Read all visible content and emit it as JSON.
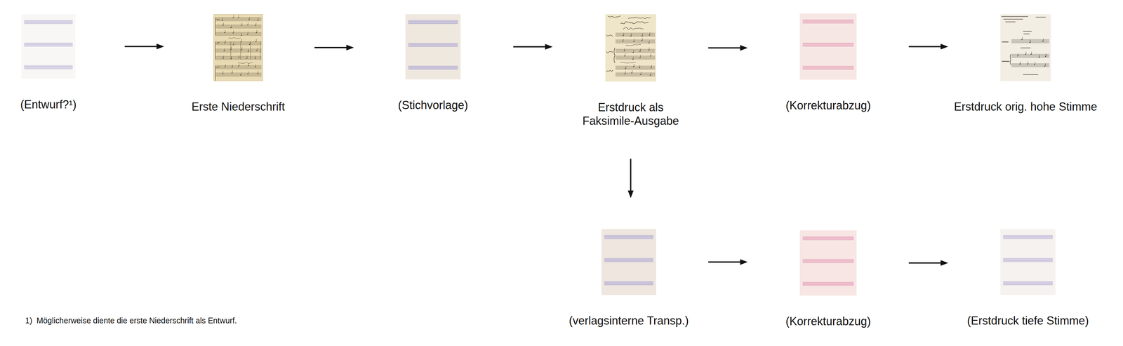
{
  "diagram": {
    "nodes": [
      {
        "text": [
          "(Entwurf?¹)"
        ]
      },
      {
        "text": [
          "Erste Niederschrift"
        ]
      },
      {
        "text": [
          "(Stichvorlage)"
        ]
      },
      {
        "text": [
          "Erstdruck als Faksimile-Ausgabe"
        ]
      },
      {
        "text": [
          "(Korrekturabzug)"
        ]
      },
      {
        "text": [
          "Erstdruck orig. hohe Stimme"
        ]
      },
      {
        "text": [
          "(verlagsinterne Transp.)"
        ]
      },
      {
        "text": [
          "(Korrekturabzug)"
        ]
      },
      {
        "text": [
          "(Erstdruck tiefe Stimme)"
        ]
      }
    ],
    "edges": [
      {
        "from": 0,
        "to": 1,
        "arrow": "to"
      },
      {
        "from": 1,
        "to": 2,
        "arrow": "to"
      },
      {
        "from": 2,
        "to": 3,
        "arrow": "to"
      },
      {
        "from": 3,
        "to": 4,
        "arrow": "to"
      },
      {
        "from": 4,
        "to": 5,
        "arrow": "to"
      },
      {
        "from": 3,
        "to": 6,
        "arrow": "to"
      },
      {
        "from": 6,
        "to": 7,
        "arrow": "to"
      },
      {
        "from": 7,
        "to": 8,
        "arrow": "to"
      }
    ],
    "labels": [
      "1)  Möglicherweise diente die erste Niederschrift als Entwurf."
    ]
  }
}
